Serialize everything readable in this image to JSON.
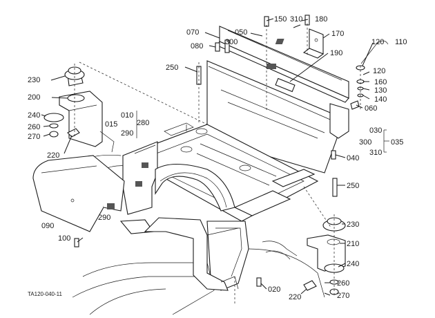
{
  "figure_code": "TA120-040-11",
  "callouts": [
    {
      "id": "c150",
      "text": "150"
    },
    {
      "id": "c310a",
      "text": "310"
    },
    {
      "id": "c180",
      "text": "180"
    },
    {
      "id": "c070",
      "text": "070"
    },
    {
      "id": "c050",
      "text": "050"
    },
    {
      "id": "c170",
      "text": "170"
    },
    {
      "id": "c080",
      "text": "080"
    },
    {
      "id": "c300a",
      "text": "300"
    },
    {
      "id": "c120a",
      "text": "120"
    },
    {
      "id": "c110",
      "text": "110"
    },
    {
      "id": "c190",
      "text": "190"
    },
    {
      "id": "c250a",
      "text": "250"
    },
    {
      "id": "c120b",
      "text": "120"
    },
    {
      "id": "c160",
      "text": "160"
    },
    {
      "id": "c230a",
      "text": "230"
    },
    {
      "id": "c130",
      "text": "130"
    },
    {
      "id": "c140",
      "text": "140"
    },
    {
      "id": "c200",
      "text": "200"
    },
    {
      "id": "c060",
      "text": "060"
    },
    {
      "id": "c010",
      "text": "010"
    },
    {
      "id": "c240a",
      "text": "240"
    },
    {
      "id": "c015",
      "text": "015"
    },
    {
      "id": "c280",
      "text": "280"
    },
    {
      "id": "c290a",
      "text": "290"
    },
    {
      "id": "c260a",
      "text": "260"
    },
    {
      "id": "c270a",
      "text": "270"
    },
    {
      "id": "c030",
      "text": "030"
    },
    {
      "id": "c300b",
      "text": "300"
    },
    {
      "id": "c035",
      "text": "035"
    },
    {
      "id": "c310b",
      "text": "310"
    },
    {
      "id": "c220a",
      "text": "220"
    },
    {
      "id": "c040",
      "text": "040"
    },
    {
      "id": "c250b",
      "text": "250"
    },
    {
      "id": "c290b",
      "text": "290"
    },
    {
      "id": "c090",
      "text": "090"
    },
    {
      "id": "c230b",
      "text": "230"
    },
    {
      "id": "c100",
      "text": "100"
    },
    {
      "id": "c210",
      "text": "210"
    },
    {
      "id": "c240b",
      "text": "240"
    },
    {
      "id": "c260b",
      "text": "260"
    },
    {
      "id": "c020",
      "text": "020"
    },
    {
      "id": "c220b",
      "text": "220"
    },
    {
      "id": "c270b",
      "text": "270"
    }
  ]
}
